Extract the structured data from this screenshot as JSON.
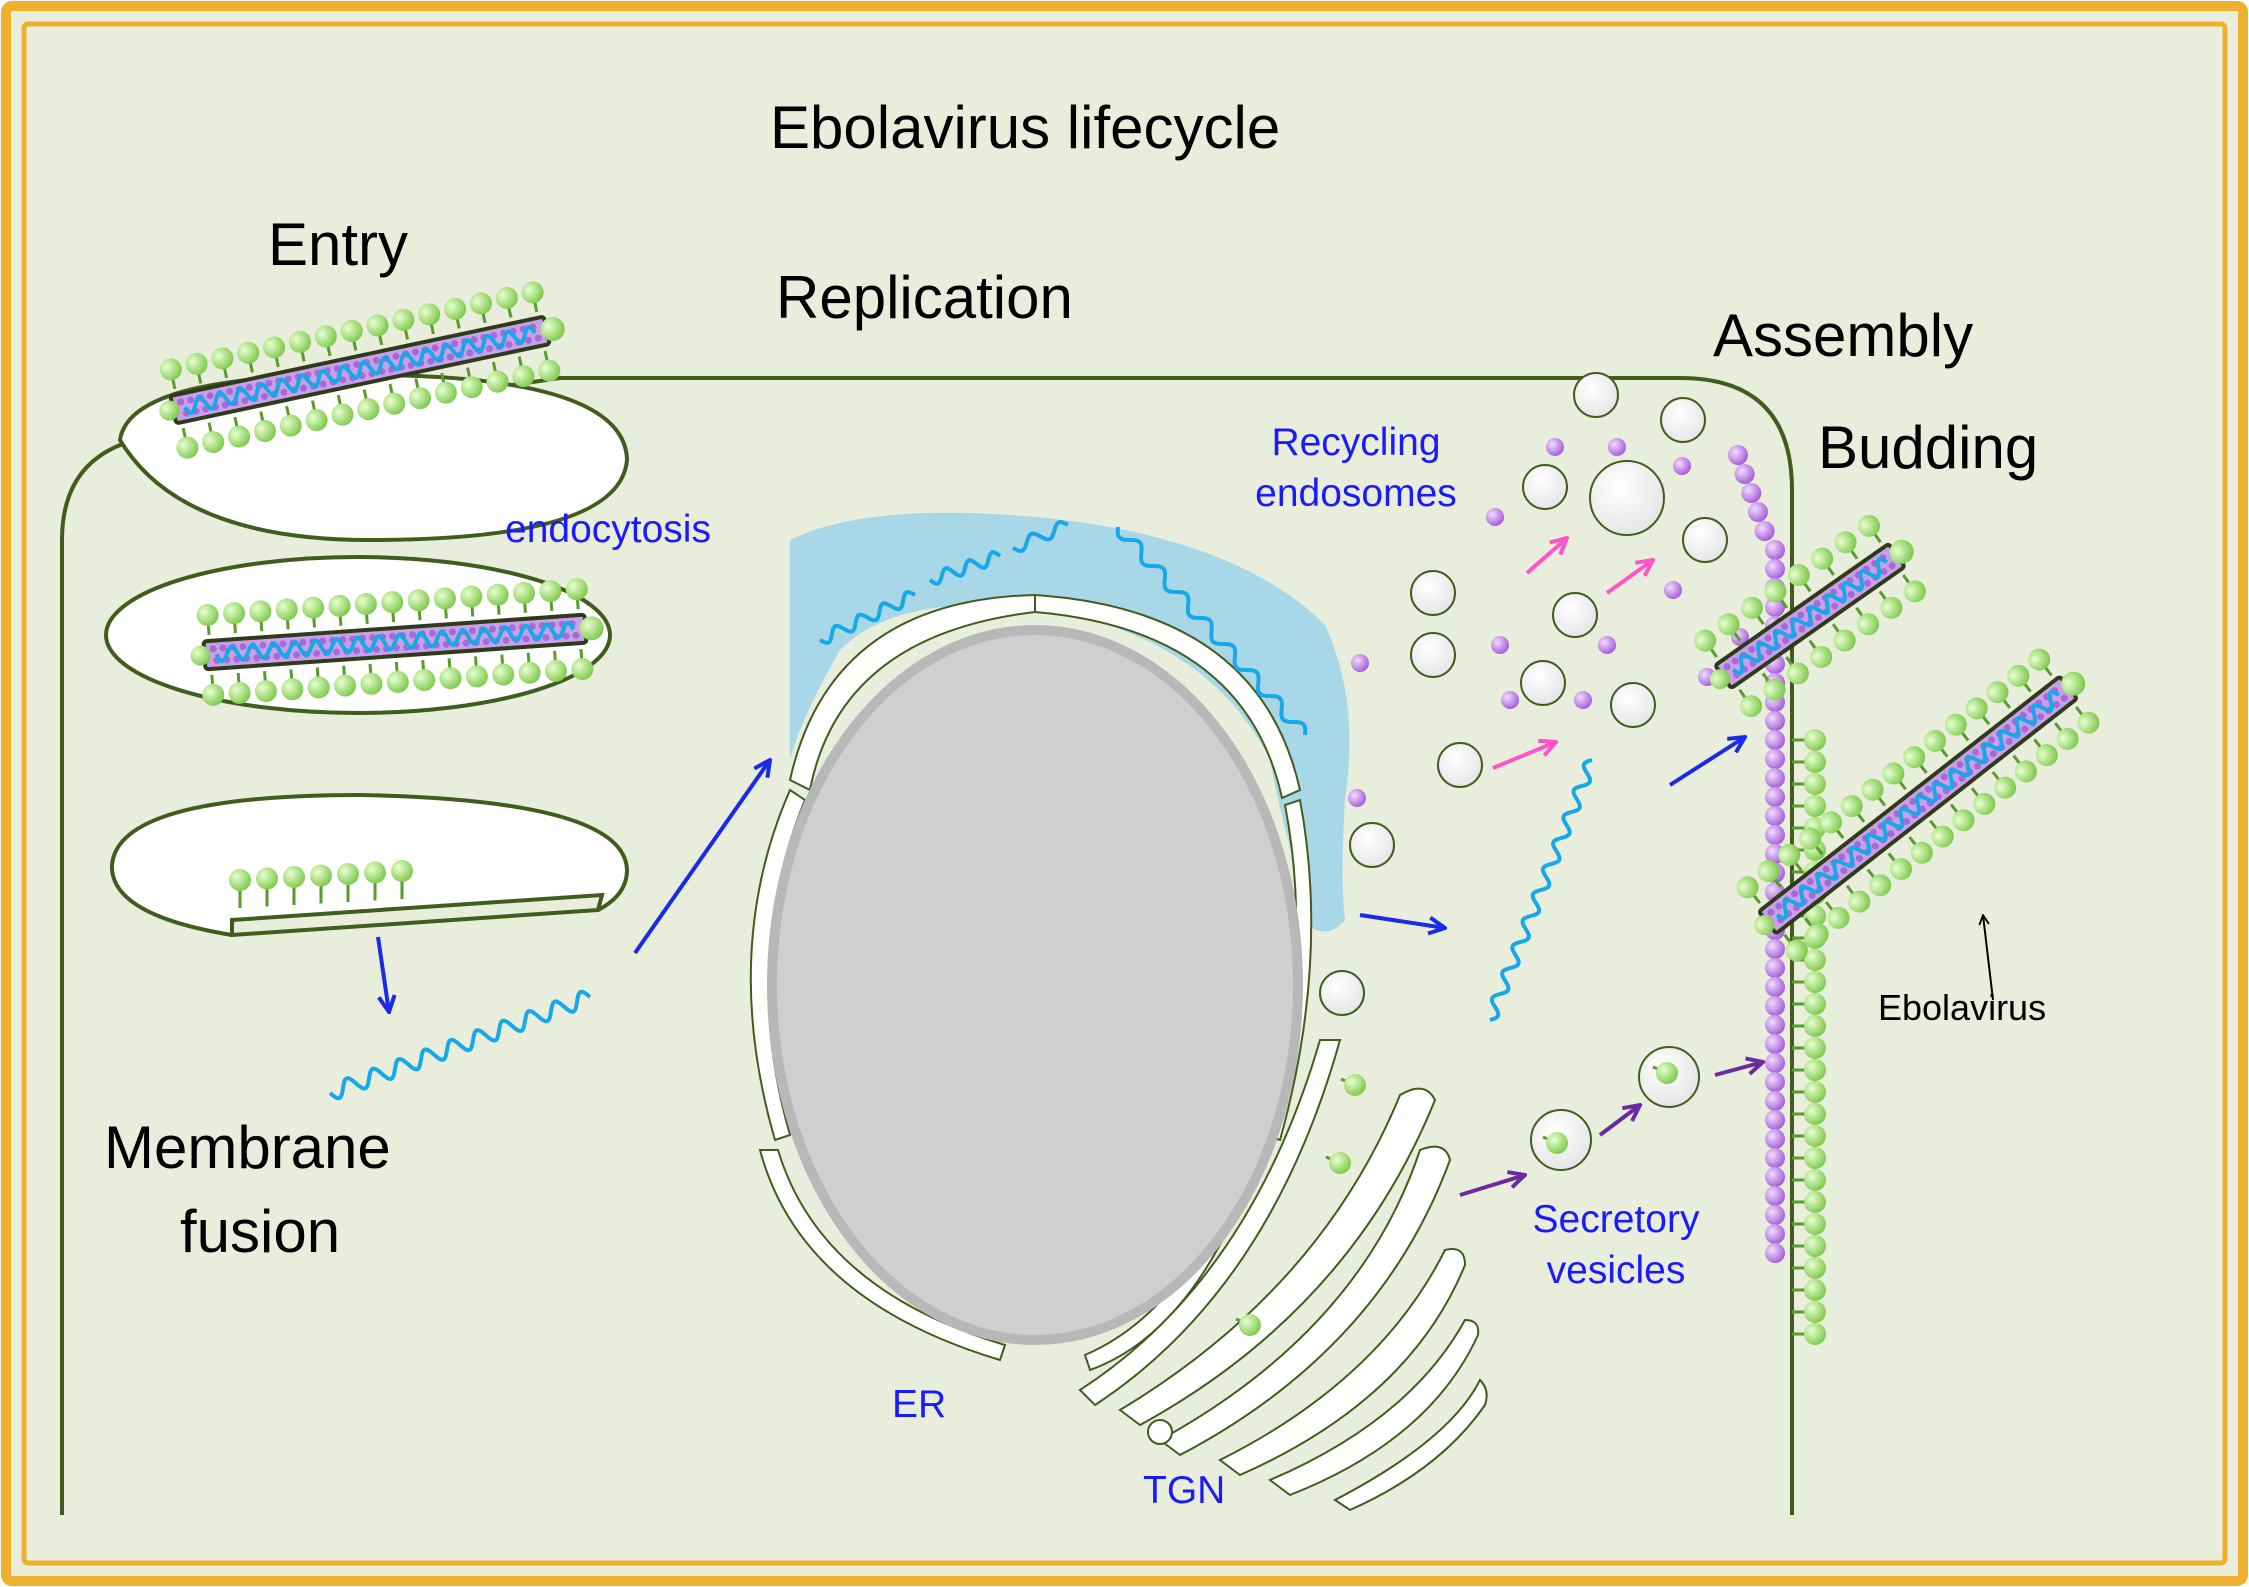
{
  "title": "Ebolavirus lifecycle",
  "stages": {
    "entry": "Entry",
    "replication": "Replication",
    "assembly": "Assembly",
    "budding": "Budding",
    "membrane_fusion_line1": "Membrane",
    "membrane_fusion_line2": "fusion"
  },
  "compartments": {
    "endocytosis": "endocytosis",
    "recycling_line1": "Recycling",
    "recycling_line2": "endosomes",
    "er": "ER",
    "tgn": "TGN",
    "secretory_line1": "Secretory",
    "secretory_line2": "vesicles"
  },
  "virus_label": "Ebolavirus",
  "colors": {
    "frame": "#eeb02e",
    "cytoplasm": "#e9eedc",
    "membrane": "#415c1e",
    "nucleus": "#cfcfcf",
    "er_zone": "#a8d8e8",
    "arrow_blue": "#1a2ae8",
    "arrow_pink": "#ff55c8",
    "arrow_purple": "#6a2aa0",
    "glycoprotein": "#9fe06a",
    "nucleocapsid": "#c080e0",
    "rna": "#18a8e8"
  }
}
